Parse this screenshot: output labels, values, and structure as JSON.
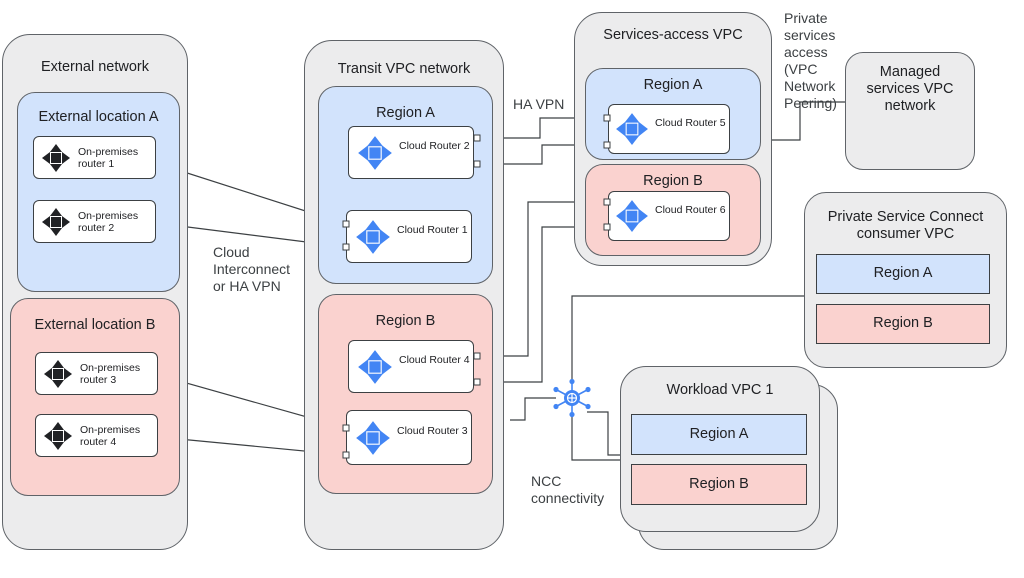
{
  "groups": {
    "external_network": {
      "title": "External network"
    },
    "external_location_a": {
      "title": "External location A"
    },
    "external_location_b": {
      "title": "External location B"
    },
    "transit_vpc": {
      "title": "Transit VPC network"
    },
    "transit_region_a": {
      "title": "Region A"
    },
    "transit_region_b": {
      "title": "Region B"
    },
    "services_access_vpc": {
      "title": "Services-access VPC"
    },
    "services_region_a": {
      "title": "Region A"
    },
    "services_region_b": {
      "title": "Region B"
    },
    "managed_services_vpc": {
      "title": "Managed services VPC network"
    },
    "psc_consumer_vpc": {
      "title": "Private Service Connect consumer VPC",
      "regions": [
        "Region A",
        "Region B"
      ]
    },
    "workload_vpc": {
      "title": "Workload VPC 1",
      "regions": [
        "Region A",
        "Region B"
      ]
    }
  },
  "nodes": {
    "onprem_router_1": "On-premises router 1",
    "onprem_router_2": "On-premises router 2",
    "onprem_router_3": "On-premises router 3",
    "onprem_router_4": "On-premises router 4",
    "cloud_router_1": "Cloud Router 1",
    "cloud_router_2": "Cloud Router 2",
    "cloud_router_3": "Cloud Router 3",
    "cloud_router_4": "Cloud Router 4",
    "cloud_router_5": "Cloud Router 5",
    "cloud_router_6": "Cloud Router 6"
  },
  "edge_labels": {
    "cloud_interconnect": "Cloud Interconnect or HA VPN",
    "ha_vpn": "HA VPN",
    "private_services_access": "Private services access (VPC Network Peering)",
    "ncc_connectivity": "NCC connectivity"
  },
  "colors": {
    "vpc_fill": "#ececed",
    "region_a_fill": "#d2e3fc",
    "region_b_fill": "#fad2cf",
    "cloud_router_icon": "#4285f4",
    "onprem_router_icon": "#202124",
    "line": "#3c4043"
  }
}
